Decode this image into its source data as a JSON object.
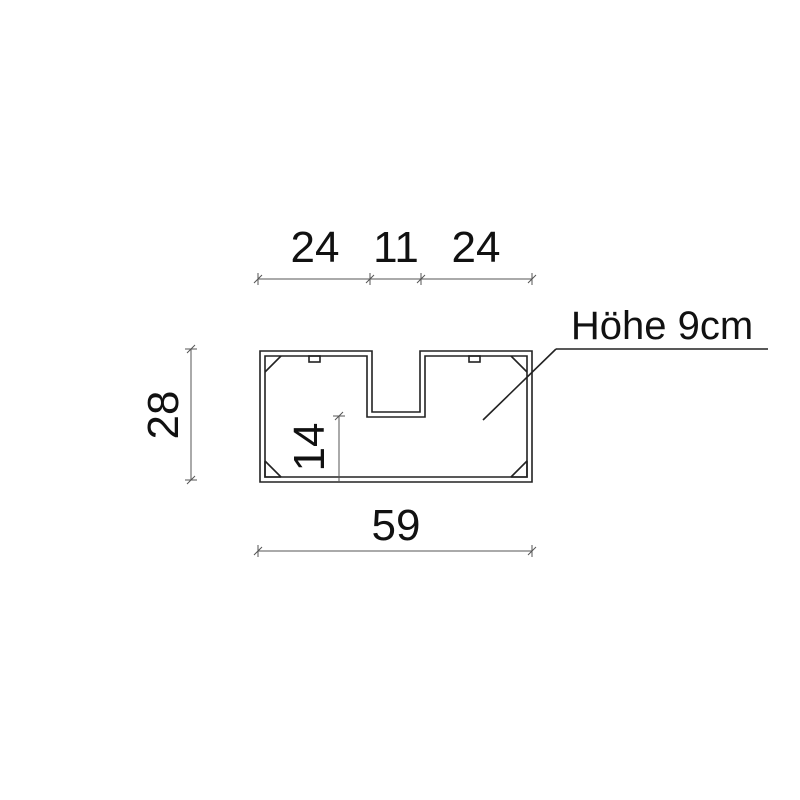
{
  "drawing": {
    "top_dims": [
      "24",
      "11",
      "24"
    ],
    "width_dim": "59",
    "height_dim": "28",
    "inner_depth_dim": "14",
    "height_note": "Höhe 9cm",
    "colors": {
      "ink": "#222222",
      "dim_line": "#888888",
      "background": "#ffffff"
    }
  }
}
